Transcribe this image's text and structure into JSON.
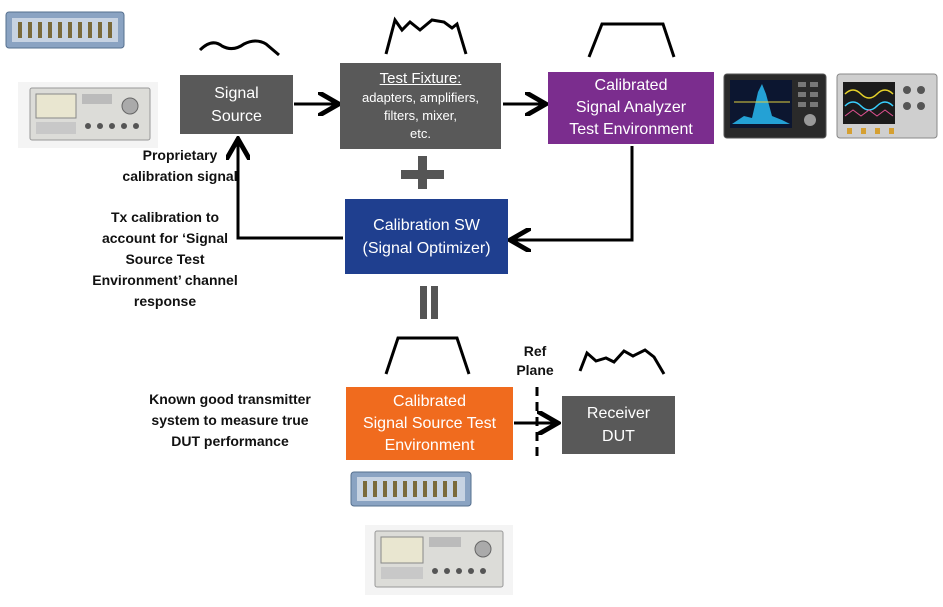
{
  "boxes": {
    "signal_source": {
      "lines": [
        "Signal",
        "Source"
      ],
      "color": "#595959"
    },
    "test_fixture": {
      "title": "Test Fixture:",
      "lines": [
        "adapters, amplifiers,",
        "filters, mixer,",
        "etc."
      ],
      "color": "#595959"
    },
    "signal_analyzer": {
      "lines": [
        "Calibrated",
        "Signal Analyzer",
        "Test Environment"
      ],
      "color": "#7b2d8e"
    },
    "calibration_sw": {
      "lines": [
        "Calibration SW",
        "(Signal Optimizer)"
      ],
      "color": "#1f3f8f"
    },
    "signal_source_env": {
      "lines": [
        "Calibrated",
        "Signal Source Test",
        "Environment"
      ],
      "color": "#f06b1e"
    },
    "receiver_dut": {
      "lines": [
        "Receiver",
        "DUT"
      ],
      "color": "#595959"
    }
  },
  "notes": {
    "proprietary": [
      "Proprietary",
      "calibration signal"
    ],
    "tx_calibration": [
      "Tx calibration to",
      "account for ‘Signal",
      "Source Test",
      "Environment’ channel",
      "response"
    ],
    "known_good": [
      "Known good transmitter",
      "system to measure true",
      "DUT performance"
    ],
    "ref_plane": [
      "Ref",
      "Plane"
    ]
  },
  "symbols": {
    "plus": "+",
    "equals": "="
  },
  "icons": [
    "signal-generator-icon",
    "signal-analyzer-icon",
    "oscilloscope-icon",
    "modular-instrument-icon"
  ]
}
